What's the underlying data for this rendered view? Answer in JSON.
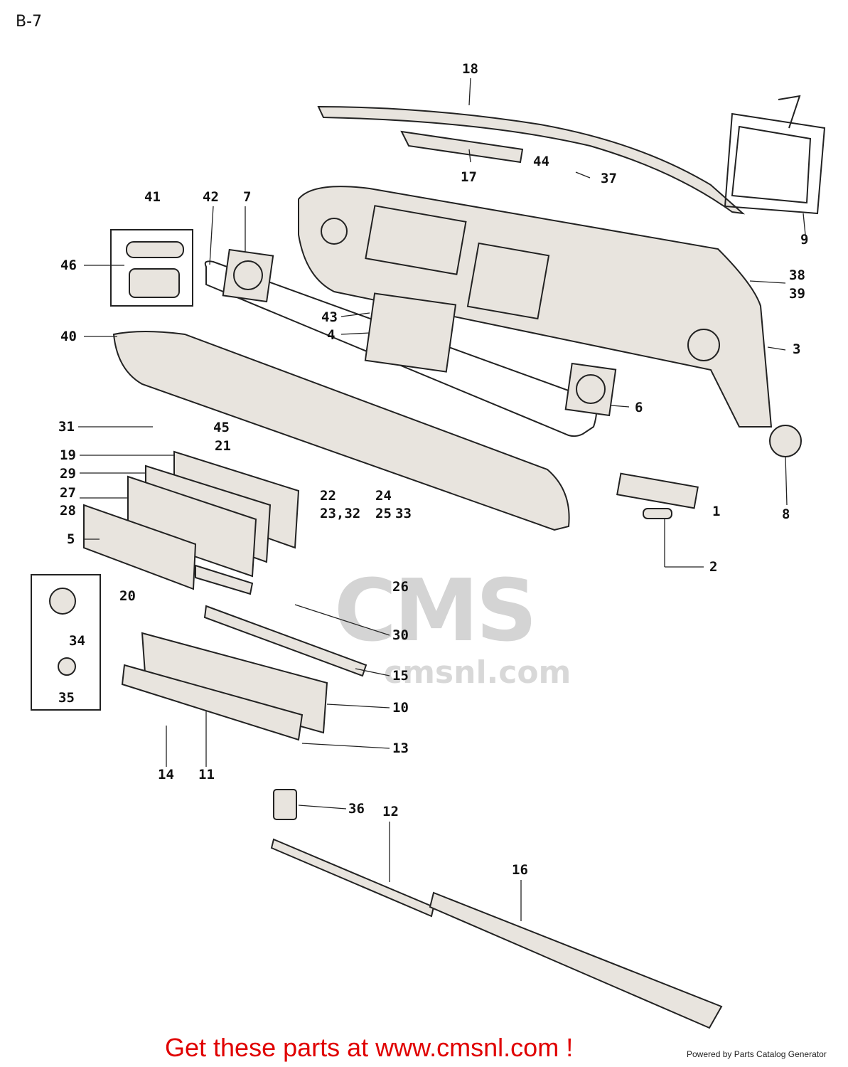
{
  "title": "B-7",
  "footer": {
    "cta": "Get these parts at www.cmsnl.com !",
    "credit": "Powered by Parts Catalog Generator"
  },
  "watermark": {
    "main": "CMS",
    "sub": "cmsnl.com"
  },
  "callouts": [
    {
      "id": "18",
      "label": "18"
    },
    {
      "id": "17",
      "label": "17"
    },
    {
      "id": "44",
      "label": "44"
    },
    {
      "id": "37",
      "label": "37"
    },
    {
      "id": "9",
      "label": "9"
    },
    {
      "id": "41",
      "label": "41"
    },
    {
      "id": "42",
      "label": "42"
    },
    {
      "id": "7",
      "label": "7"
    },
    {
      "id": "46",
      "label": "46"
    },
    {
      "id": "38",
      "label": "38"
    },
    {
      "id": "39",
      "label": "39"
    },
    {
      "id": "43",
      "label": "43"
    },
    {
      "id": "4",
      "label": "4"
    },
    {
      "id": "40",
      "label": "40"
    },
    {
      "id": "3",
      "label": "3"
    },
    {
      "id": "6",
      "label": "6"
    },
    {
      "id": "31",
      "label": "31"
    },
    {
      "id": "45",
      "label": "45"
    },
    {
      "id": "21",
      "label": "21"
    },
    {
      "id": "19",
      "label": "19"
    },
    {
      "id": "29",
      "label": "29"
    },
    {
      "id": "27",
      "label": "27"
    },
    {
      "id": "28",
      "label": "28"
    },
    {
      "id": "22",
      "label": "22"
    },
    {
      "id": "23_32",
      "label": "23,32"
    },
    {
      "id": "24",
      "label": "24"
    },
    {
      "id": "25",
      "label": "25"
    },
    {
      "id": "33",
      "label": "33"
    },
    {
      "id": "8",
      "label": "8"
    },
    {
      "id": "1",
      "label": "1"
    },
    {
      "id": "5",
      "label": "5"
    },
    {
      "id": "20",
      "label": "20"
    },
    {
      "id": "26",
      "label": "26"
    },
    {
      "id": "2",
      "label": "2"
    },
    {
      "id": "34",
      "label": "34"
    },
    {
      "id": "30",
      "label": "30"
    },
    {
      "id": "15",
      "label": "15"
    },
    {
      "id": "35",
      "label": "35"
    },
    {
      "id": "10",
      "label": "10"
    },
    {
      "id": "13",
      "label": "13"
    },
    {
      "id": "14",
      "label": "14"
    },
    {
      "id": "11",
      "label": "11"
    },
    {
      "id": "36",
      "label": "36"
    },
    {
      "id": "12",
      "label": "12"
    },
    {
      "id": "16",
      "label": "16"
    }
  ]
}
